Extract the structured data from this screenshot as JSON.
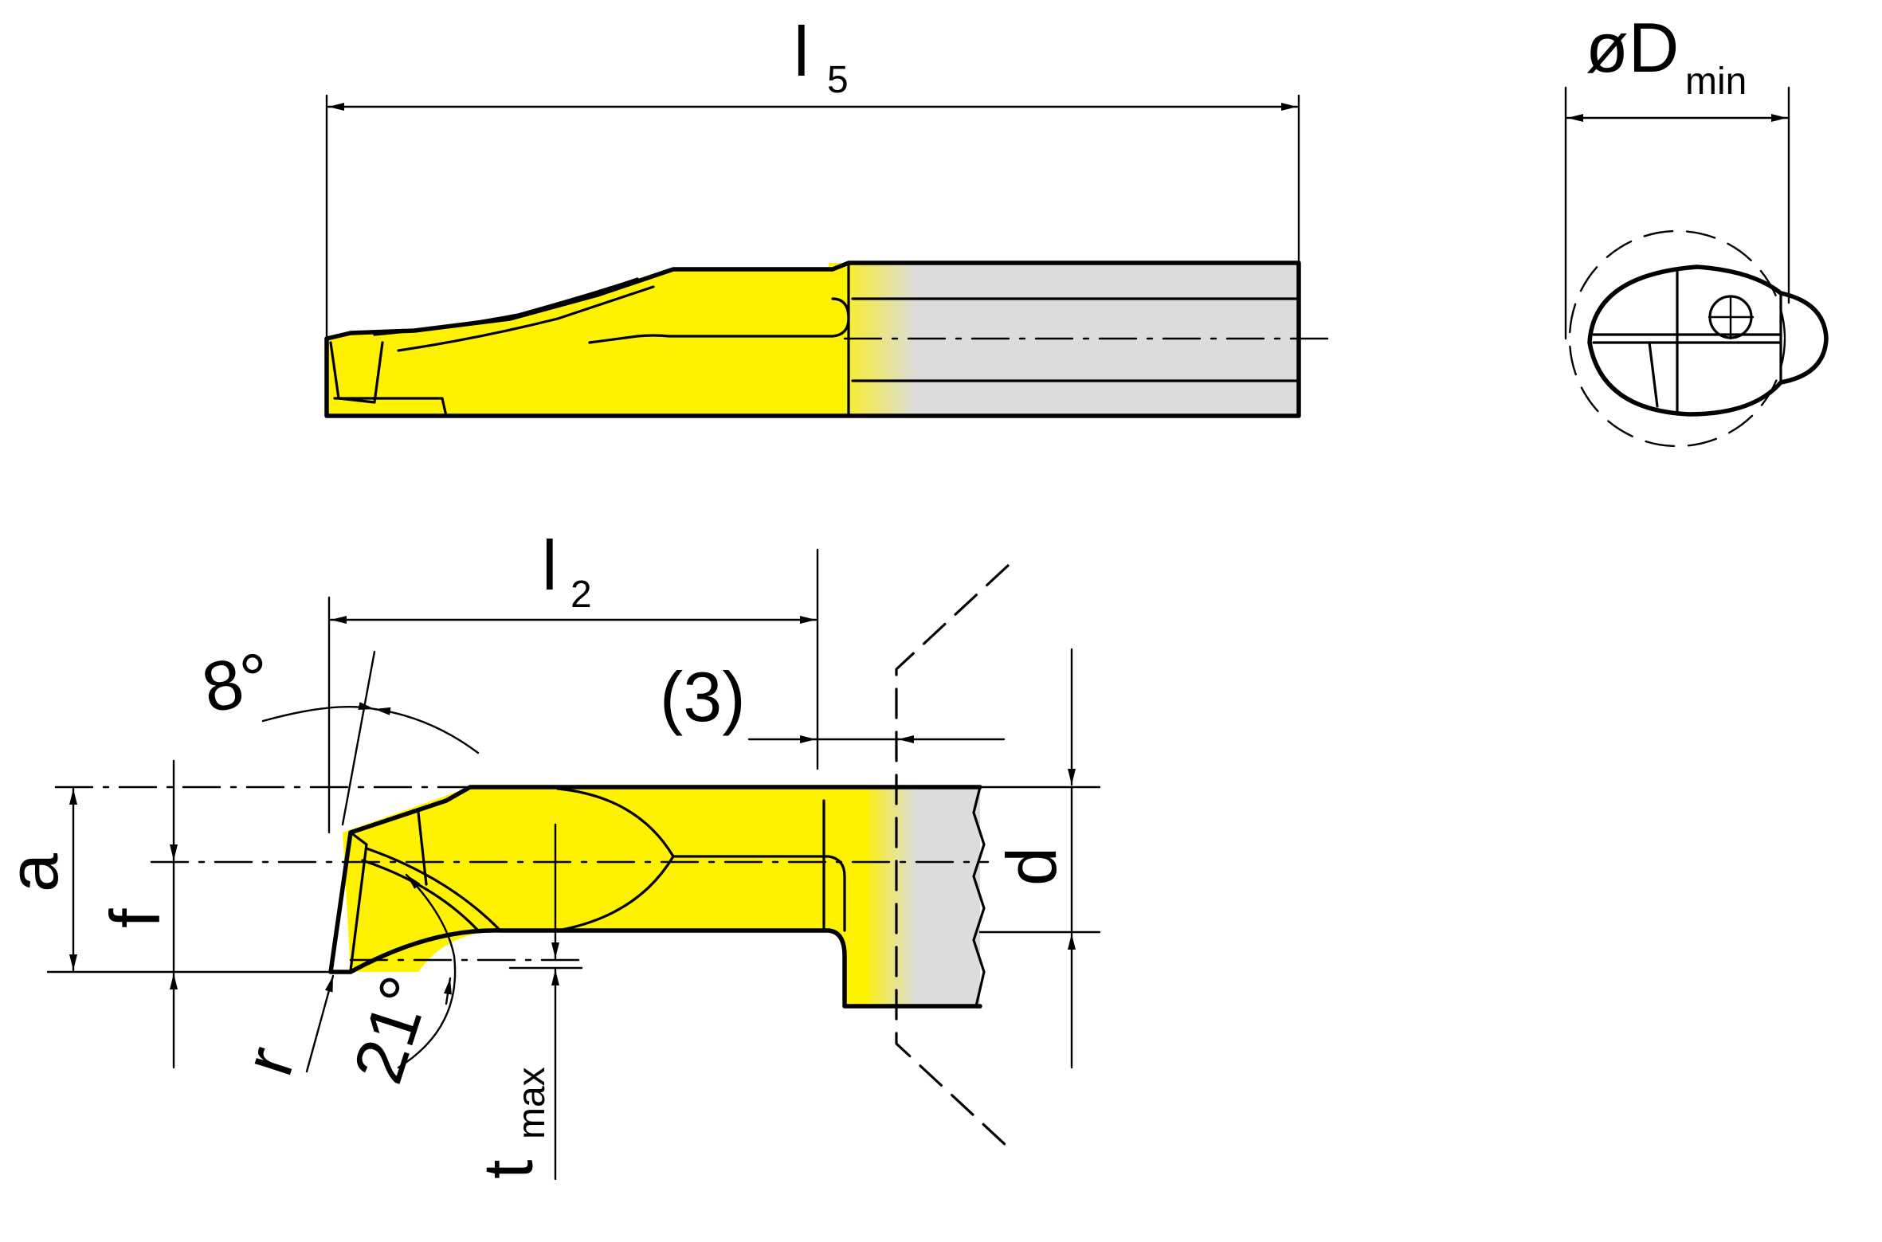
{
  "colors": {
    "tool_body": "#fff200",
    "shank": "#dcdcdc",
    "line": "#000000",
    "background": "#ffffff"
  },
  "labels": {
    "l5_main": "l",
    "l5_sub": "5",
    "dmin_main": "øD",
    "dmin_sub": "min",
    "l2_main": "l",
    "l2_sub": "2",
    "angle_8": "8°",
    "dim_3": "(3)",
    "dim_a": "a",
    "dim_f": "f",
    "dim_d": "d",
    "dim_r": "r",
    "angle_21": "21°",
    "tmax_main": "t",
    "tmax_sub": "max"
  }
}
